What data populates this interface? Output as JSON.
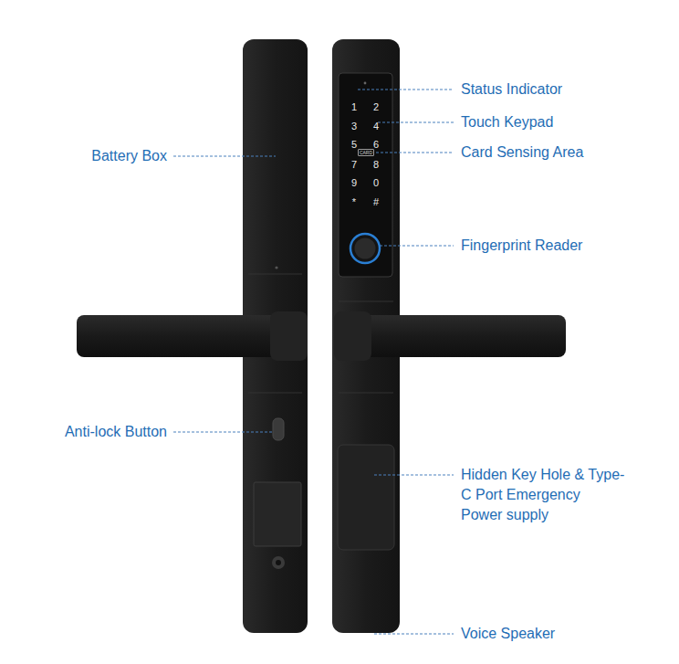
{
  "diagram": {
    "labels": [
      "Status Indicator",
      "1",
      "2",
      "Touch Keypad",
      "3",
      "4",
      "5",
      "6",
      "CARD",
      "Card Sensing Area",
      "Battery Box",
      "7",
      "8",
      "9",
      "0",
      "*",
      "#",
      "Fingerprint Reader",
      "Anti-lock Button",
      "Hidden Key Hole & Type-C Port Emergency Power supply",
      "Voice Speaker"
    ]
  }
}
